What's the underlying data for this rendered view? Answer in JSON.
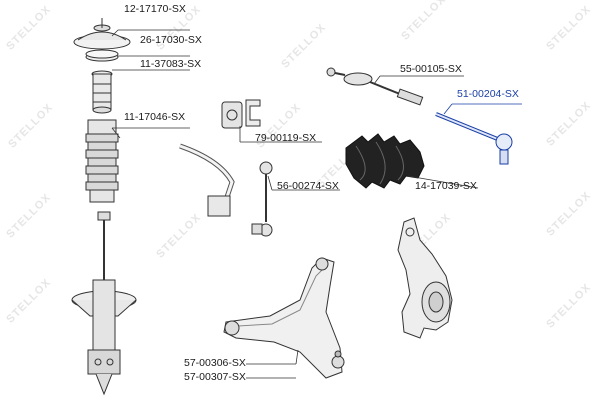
{
  "watermark": "STELLOX",
  "accent_color": "#1a3fa6",
  "parts": [
    {
      "id": "12-17170-SX",
      "label": "12-17170-SX",
      "highlighted": false
    },
    {
      "id": "26-17030-SX",
      "label": "26-17030-SX",
      "highlighted": false
    },
    {
      "id": "11-37083-SX",
      "label": "11-37083-SX",
      "highlighted": false
    },
    {
      "id": "11-17046-SX",
      "label": "11-17046-SX",
      "highlighted": false
    },
    {
      "id": "55-00105-SX",
      "label": "55-00105-SX",
      "highlighted": false
    },
    {
      "id": "51-00204-SX",
      "label": "51-00204-SX",
      "highlighted": true
    },
    {
      "id": "79-00119-SX",
      "label": "79-00119-SX",
      "highlighted": false
    },
    {
      "id": "14-17039-SX",
      "label": "14-17039-SX",
      "highlighted": false
    },
    {
      "id": "56-00274-SX",
      "label": "56-00274-SX",
      "highlighted": false
    },
    {
      "id": "57-00306-SX",
      "label": "57-00306-SX",
      "highlighted": false
    },
    {
      "id": "57-00307-SX",
      "label": "57-00307-SX",
      "highlighted": false
    }
  ]
}
